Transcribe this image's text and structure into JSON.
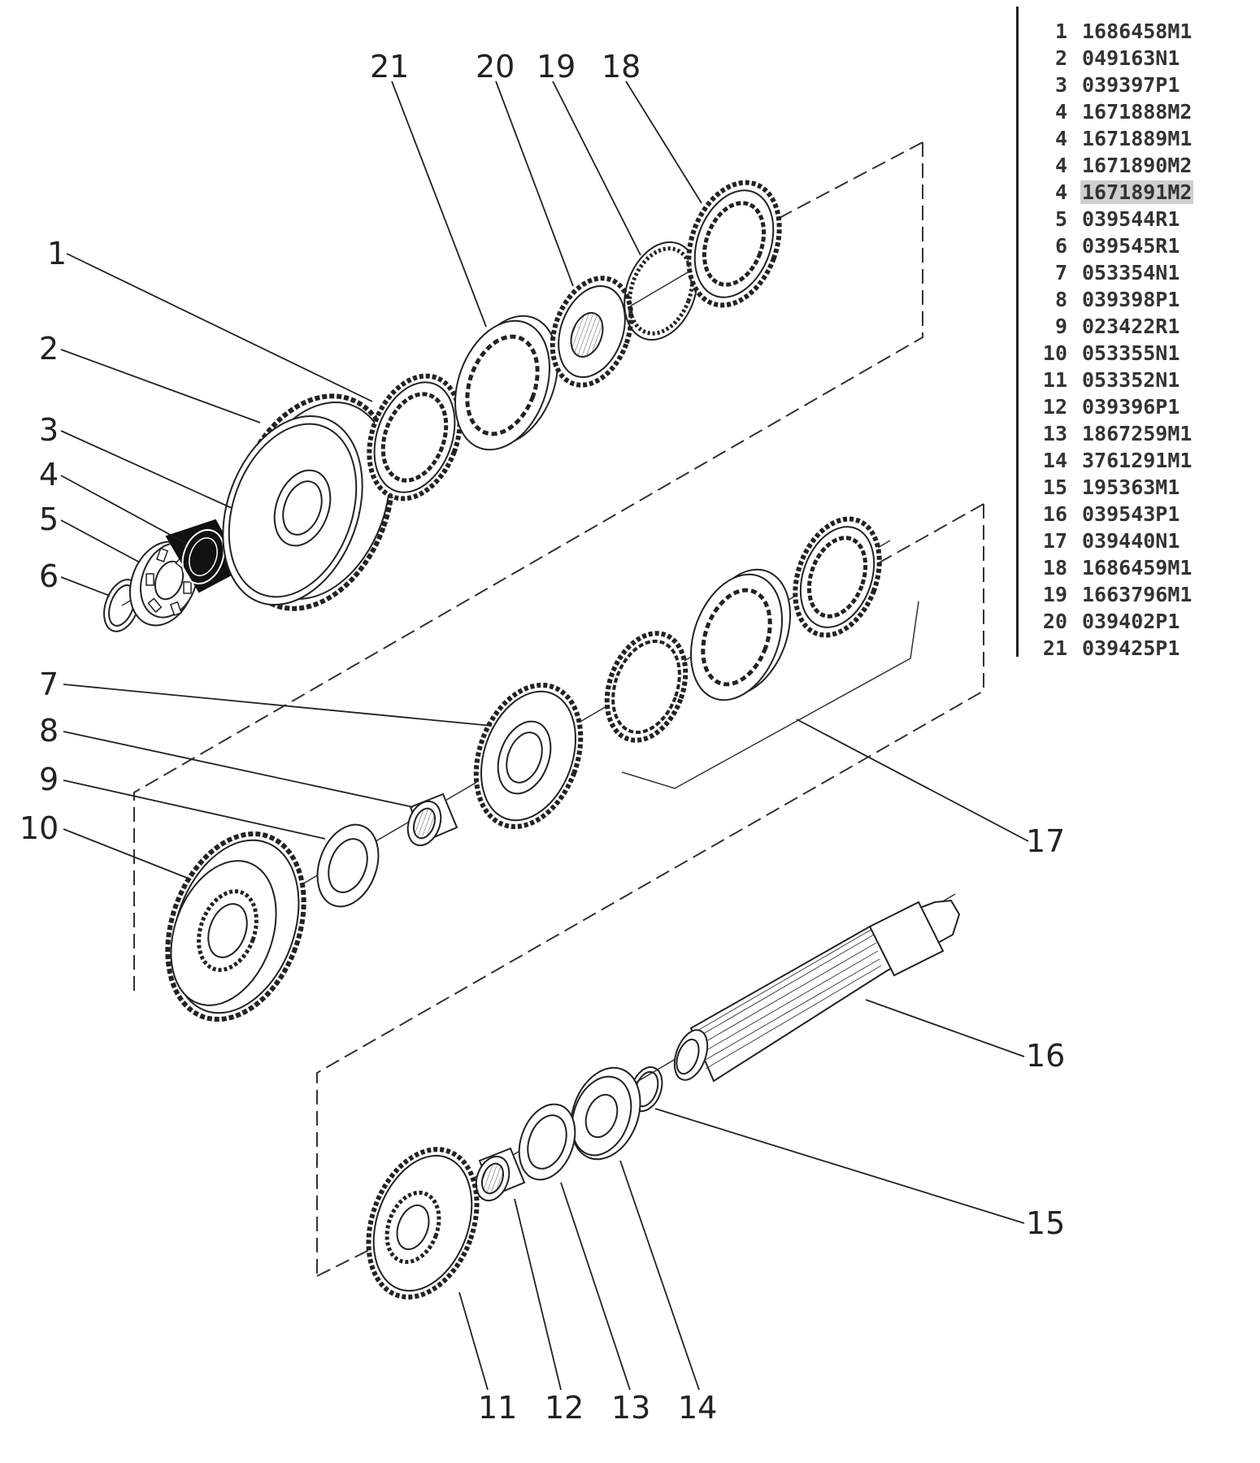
{
  "diagram": {
    "callouts": [
      "1",
      "2",
      "3",
      "4",
      "5",
      "6",
      "7",
      "8",
      "9",
      "10",
      "11",
      "12",
      "13",
      "14",
      "15",
      "16",
      "17",
      "18",
      "19",
      "20",
      "21"
    ]
  },
  "legend": {
    "rows": [
      {
        "num": "1",
        "part": "1686458M1"
      },
      {
        "num": "2",
        "part": "049163N1"
      },
      {
        "num": "3",
        "part": "039397P1"
      },
      {
        "num": "4",
        "part": "1671888M2"
      },
      {
        "num": "4",
        "part": "1671889M1"
      },
      {
        "num": "4",
        "part": "1671890M2"
      },
      {
        "num": "4",
        "part": "1671891M2",
        "highlighted": true
      },
      {
        "num": "5",
        "part": "039544R1"
      },
      {
        "num": "6",
        "part": "039545R1"
      },
      {
        "num": "7",
        "part": "053354N1"
      },
      {
        "num": "8",
        "part": "039398P1"
      },
      {
        "num": "9",
        "part": "023422R1"
      },
      {
        "num": "10",
        "part": "053355N1"
      },
      {
        "num": "11",
        "part": "053352N1"
      },
      {
        "num": "12",
        "part": "039396P1"
      },
      {
        "num": "13",
        "part": "1867259M1"
      },
      {
        "num": "14",
        "part": "3761291M1"
      },
      {
        "num": "15",
        "part": "195363M1"
      },
      {
        "num": "16",
        "part": "039543P1"
      },
      {
        "num": "17",
        "part": "039440N1"
      },
      {
        "num": "18",
        "part": "1686459M1"
      },
      {
        "num": "19",
        "part": "1663796M1"
      },
      {
        "num": "20",
        "part": "039402P1"
      },
      {
        "num": "21",
        "part": "039425P1"
      }
    ]
  }
}
